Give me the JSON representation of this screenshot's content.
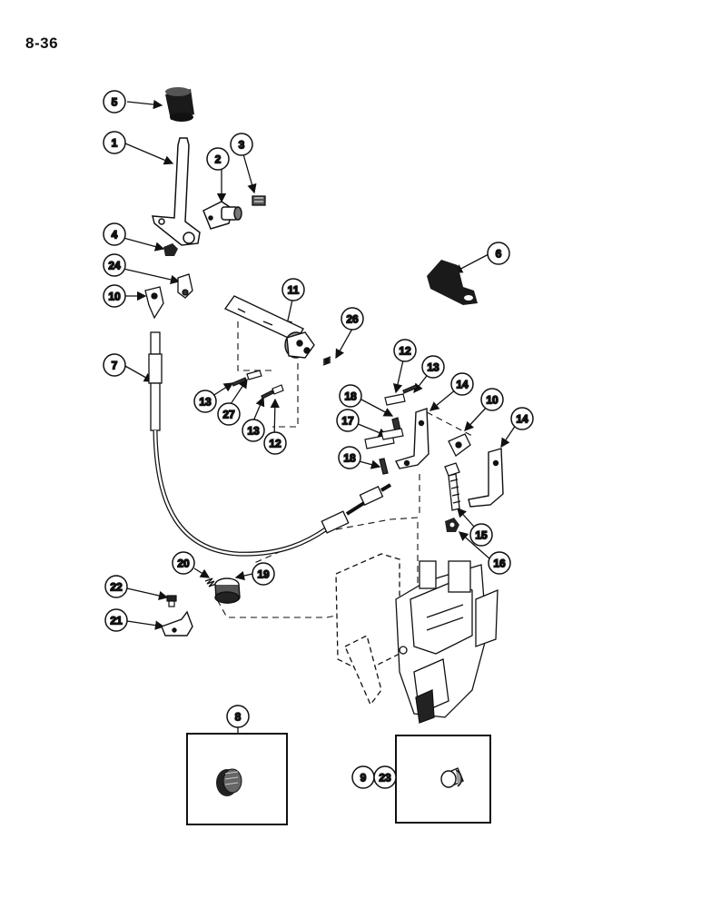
{
  "page": {
    "number": "8-36"
  },
  "callouts": [
    {
      "id": "c5",
      "label": "5"
    },
    {
      "id": "c1",
      "label": "1"
    },
    {
      "id": "c2",
      "label": "2"
    },
    {
      "id": "c3",
      "label": "3"
    },
    {
      "id": "c4",
      "label": "4"
    },
    {
      "id": "c24",
      "label": "24"
    },
    {
      "id": "c10a",
      "label": "10"
    },
    {
      "id": "c7",
      "label": "7"
    },
    {
      "id": "c6",
      "label": "6"
    },
    {
      "id": "c11",
      "label": "11"
    },
    {
      "id": "c26",
      "label": "26"
    },
    {
      "id": "c13a",
      "label": "13"
    },
    {
      "id": "c27",
      "label": "27"
    },
    {
      "id": "c13b",
      "label": "13"
    },
    {
      "id": "c12a",
      "label": "12"
    },
    {
      "id": "c12b",
      "label": "12"
    },
    {
      "id": "c13c",
      "label": "13"
    },
    {
      "id": "c14a",
      "label": "14"
    },
    {
      "id": "c18a",
      "label": "18"
    },
    {
      "id": "c17",
      "label": "17"
    },
    {
      "id": "c18b",
      "label": "18"
    },
    {
      "id": "c10b",
      "label": "10"
    },
    {
      "id": "c14b",
      "label": "14"
    },
    {
      "id": "c15",
      "label": "15"
    },
    {
      "id": "c16",
      "label": "16"
    },
    {
      "id": "c20",
      "label": "20"
    },
    {
      "id": "c19",
      "label": "19"
    },
    {
      "id": "c22",
      "label": "22"
    },
    {
      "id": "c21",
      "label": "21"
    },
    {
      "id": "c8",
      "label": "8"
    },
    {
      "id": "c9",
      "label": "9"
    },
    {
      "id": "c23",
      "label": "23"
    }
  ],
  "colors": {
    "line": "#111111",
    "fill_dark": "#1a1a1a",
    "fill_mid": "#8a8a8a",
    "paper": "#ffffff"
  }
}
